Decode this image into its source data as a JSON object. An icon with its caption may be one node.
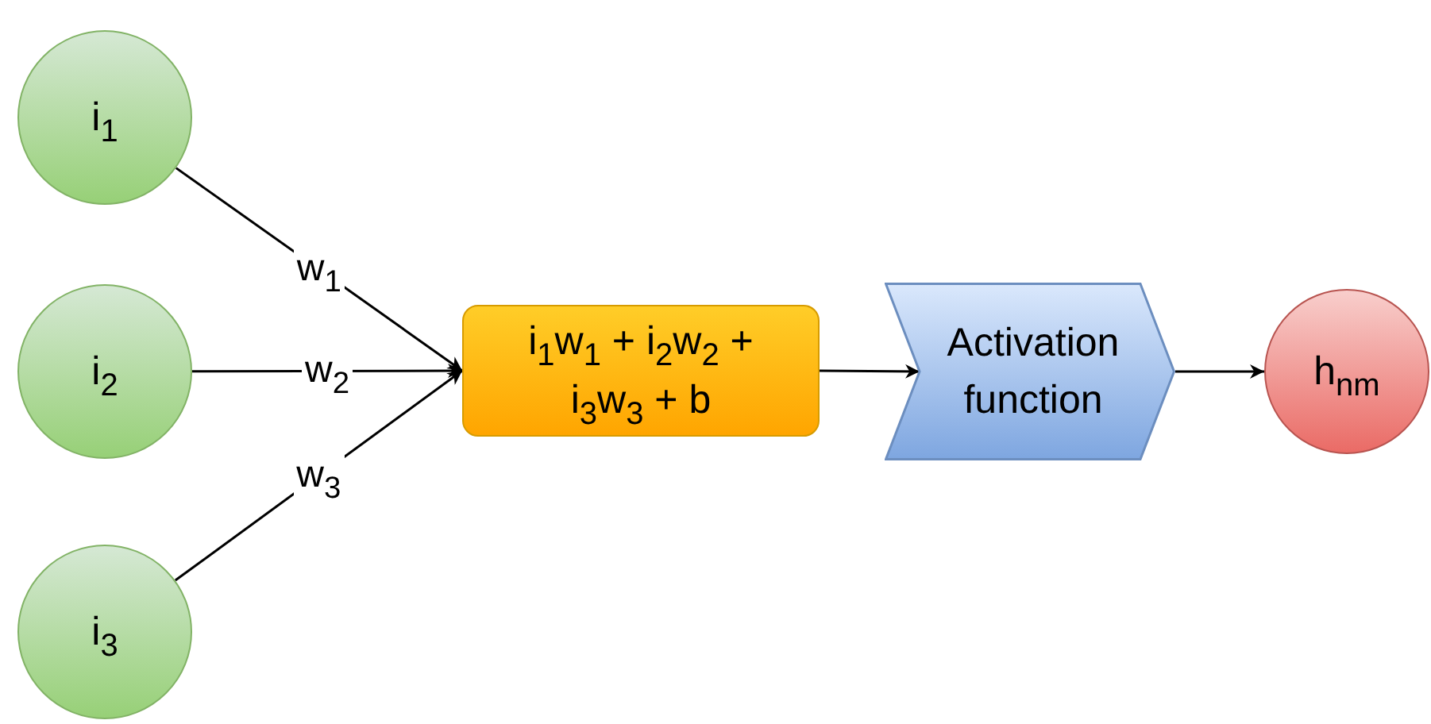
{
  "diagram": {
    "nodes": [
      {
        "text": [
          "i$_{1}$"
        ]
      },
      {
        "text": [
          "i$_{2}$"
        ]
      },
      {
        "text": [
          "i$_{3}$"
        ]
      },
      {
        "text": [
          "i$_{1}$w$_{1}$ + i$_{2}$w$_{2}$ + i$_{3}$w$_{3}$ + b"
        ]
      },
      {
        "text": [
          "Activation function"
        ]
      },
      {
        "text": [
          "h$_{nm}$"
        ]
      }
    ],
    "edges": [
      {
        "from": 0,
        "to": 3,
        "arrow": "to",
        "label": "w$_{1}$"
      },
      {
        "from": 1,
        "to": 3,
        "arrow": "to",
        "label": "w$_{2}$"
      },
      {
        "from": 2,
        "to": 3,
        "arrow": "to",
        "label": "w$_{3}$"
      },
      {
        "from": 3,
        "to": 4,
        "arrow": "to"
      },
      {
        "from": 4,
        "to": 5,
        "arrow": "to"
      }
    ]
  }
}
